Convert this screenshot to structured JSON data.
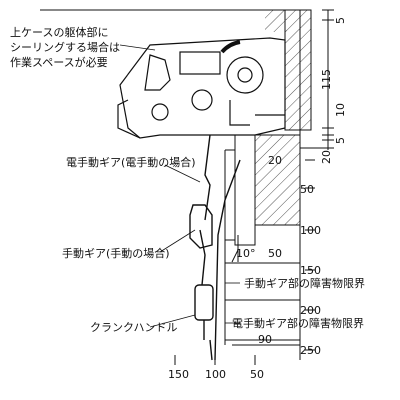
{
  "notes": {
    "upper_case_line1": "上ケースの躯体部に",
    "upper_case_line2": "シーリングする場合は",
    "upper_case_line3": "作業スペースが必要",
    "electric_gear": "電手動ギア(電手動の場合)",
    "manual_gear": "手動ギア(手動の場合)",
    "crank_handle": "クランクハンドル",
    "manual_gear_limit": "手動ギア部の障害物限界",
    "electric_gear_limit": "電手動ギア部の障害物限界",
    "angle": "10°"
  },
  "dimensions_right": [
    "5",
    "115",
    "10",
    "5",
    "20",
    "50",
    "100",
    "150",
    "200",
    "250"
  ],
  "dimensions_inner": [
    "20",
    "50",
    "90"
  ],
  "dimensions_bottom": [
    "150",
    "100",
    "50"
  ],
  "colors": {
    "line": "#111111",
    "hatch": "#444444",
    "wall": "#ffffff"
  }
}
